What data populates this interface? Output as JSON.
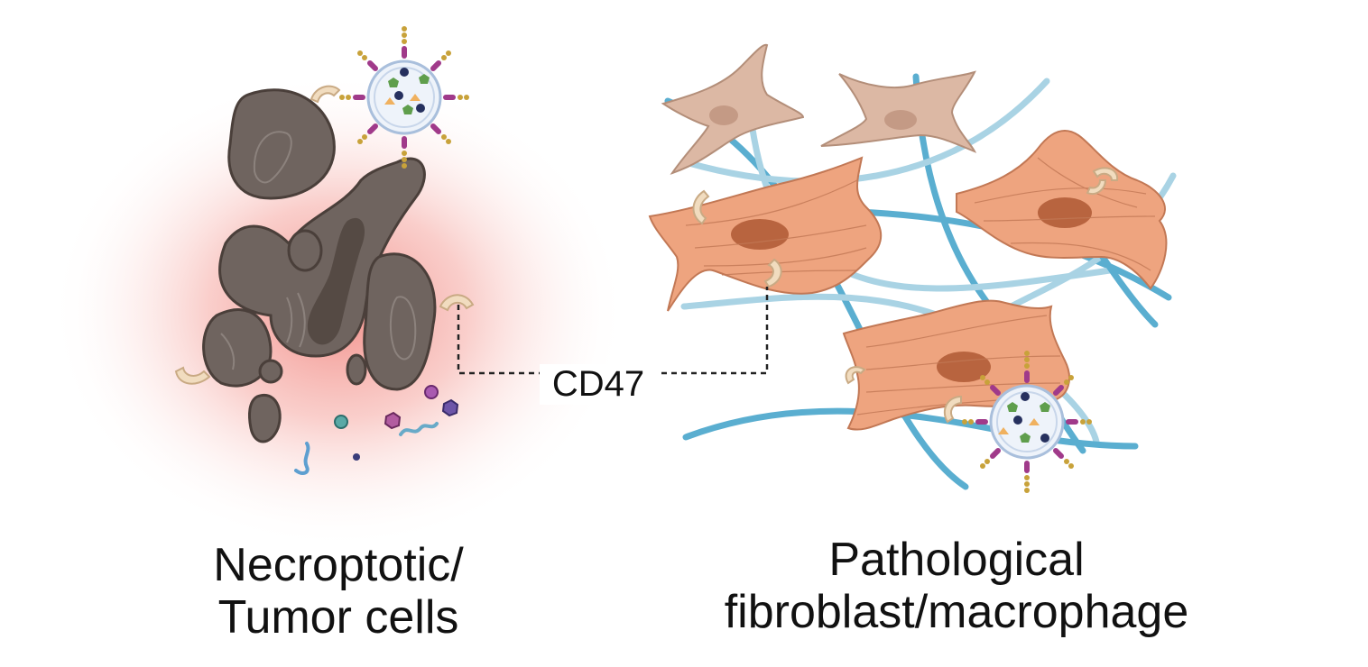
{
  "labels": {
    "marker": "CD47",
    "left_caption": {
      "line1": "Necroptotic/",
      "line2": "Tumor cells"
    },
    "right_caption": {
      "line1": "Pathological",
      "line2": "fibroblast/macrophage"
    }
  },
  "colors": {
    "glow": "#f08a84",
    "cell_body": "#6f645f",
    "cell_outline": "#4a3f3a",
    "cd47_ligand": "#f1dcbf",
    "fibroblast": "#eea47f",
    "macrophage": "#d8b3a0",
    "collagen": "#6fb4d2",
    "vesicle": "#e7eef7"
  }
}
